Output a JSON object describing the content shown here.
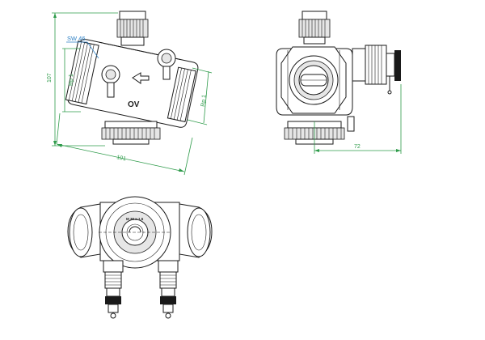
{
  "dimensions": {
    "height_left": "107",
    "length_diagonal": "101",
    "depth_right": "72",
    "thread_inlet": "Rp 1",
    "thread_outlet": "Rp 1"
  },
  "callouts": {
    "wrench_size": "SW 46"
  },
  "markings": {
    "body_mark": "OV",
    "bottom_view_label": "M 30 x 1.5"
  },
  "colors": {
    "dimension": "#2e9b4a",
    "callout": "#2b7fc4",
    "outline": "#1a1a1a"
  }
}
